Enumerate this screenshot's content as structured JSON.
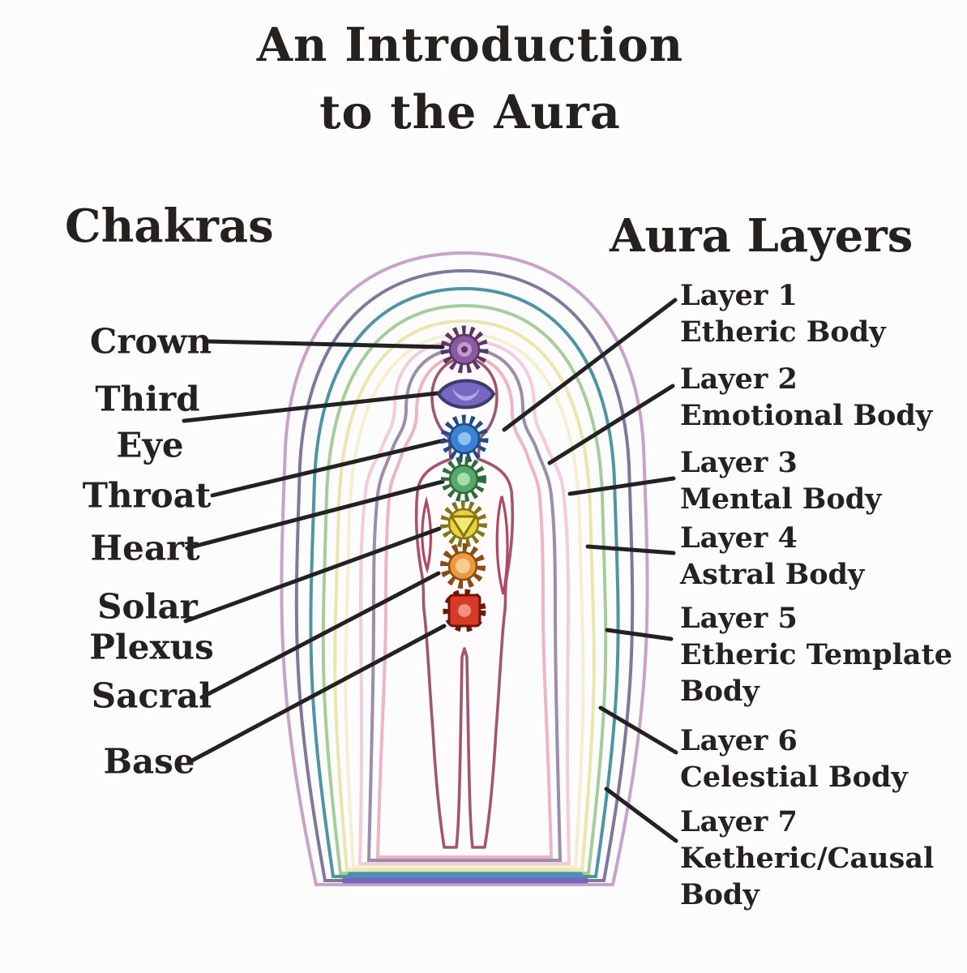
{
  "title": {
    "line1": "An Introduction",
    "line2": "to the Aura"
  },
  "chakras": {
    "heading": "Chakras",
    "items": [
      {
        "name": "crown",
        "lines": [
          "Crown"
        ],
        "color": "#8a5a9e",
        "petal_color": "#5a3768",
        "center_color": "#c596cf"
      },
      {
        "name": "third-eye",
        "lines": [
          "Third",
          "Eye"
        ],
        "color": "#7668c0",
        "petal_color": "#40386e",
        "center_color": "#b2a4e6"
      },
      {
        "name": "throat",
        "lines": [
          "Throat"
        ],
        "color": "#3c82d4",
        "petal_color": "#1d4c86",
        "center_color": "#8ec2f0"
      },
      {
        "name": "heart",
        "lines": [
          "Heart"
        ],
        "color": "#57a869",
        "petal_color": "#2c6b3c",
        "center_color": "#a5dcb0"
      },
      {
        "name": "solar-plexus",
        "lines": [
          "Solar",
          "Plexus"
        ],
        "color": "#e7d33c",
        "petal_color": "#857417",
        "center_color": "#f6ea72"
      },
      {
        "name": "sacral",
        "lines": [
          "Sacral"
        ],
        "color": "#eb9a42",
        "petal_color": "#8a4c14",
        "center_color": "#f8cc90"
      },
      {
        "name": "base",
        "lines": [
          "Base"
        ],
        "color": "#d83a28",
        "petal_color": "#6e150c",
        "center_color": "#f2927c"
      }
    ]
  },
  "aura_layers": {
    "heading": "Aura Layers",
    "items": [
      {
        "name": "layer-1",
        "lines": [
          "Layer 1",
          "Etheric Body"
        ],
        "ring_color": "#edb3c6"
      },
      {
        "name": "layer-2",
        "lines": [
          "Layer 2",
          "Emotional Body"
        ],
        "ring_color": "#f2ccd8"
      },
      {
        "name": "layer-3",
        "lines": [
          "Layer 3",
          "Mental Body"
        ],
        "ring_color": "#e9e6ae"
      },
      {
        "name": "layer-4",
        "lines": [
          "Layer 4",
          "Astral Body"
        ],
        "ring_color": "#a6cc9a"
      },
      {
        "name": "layer-5",
        "lines": [
          "Layer 5",
          "Etheric Template",
          "Body"
        ],
        "ring_color": "#4f94a4"
      },
      {
        "name": "layer-6",
        "lines": [
          "Layer 6",
          "Celestial Body"
        ],
        "ring_color": "#84759b"
      },
      {
        "name": "layer-7",
        "lines": [
          "Layer 7",
          "Ketheric/Causal",
          "Body"
        ],
        "ring_color": "#c9a2c8"
      }
    ]
  },
  "aura_rings": {
    "colors_outer_to_inner": [
      "#c9a2c8",
      "#84759b",
      "#4f94a4",
      "#a6cc9a",
      "#e9e6ae",
      "#f4eed2",
      "#f2ccd8",
      "#9c8da9",
      "#edb3c6"
    ],
    "bottom_band_colors": [
      "#7568b8",
      "#4a8fbe"
    ]
  },
  "figure": {
    "outline_color": "#a2566e",
    "hand_color": "#b0485f"
  },
  "connector_color": "#222222"
}
